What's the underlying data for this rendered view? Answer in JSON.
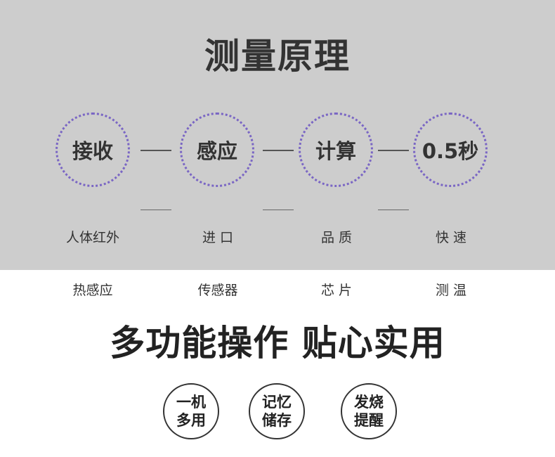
{
  "section1": {
    "title": "测量原理",
    "steps": [
      {
        "label": "接收",
        "desc": [
          "人体红外",
          "热感应"
        ]
      },
      {
        "label": "感应",
        "desc": [
          "进 口",
          "传感器"
        ]
      },
      {
        "label": "计算",
        "desc": [
          "品 质",
          "芯 片"
        ]
      },
      {
        "label": "0.5秒",
        "desc": [
          "快 速",
          "测 温"
        ]
      }
    ]
  },
  "section2": {
    "title": "多功能操作  贴心实用",
    "features": [
      {
        "line1": "一机",
        "line2": "多用"
      },
      {
        "line1": "记忆",
        "line2": "储存"
      },
      {
        "line1": "发烧",
        "line2": "提醒"
      }
    ]
  },
  "colors": {
    "top_bg": "#cdcdcd",
    "accent_dots": "#7a66c4"
  }
}
